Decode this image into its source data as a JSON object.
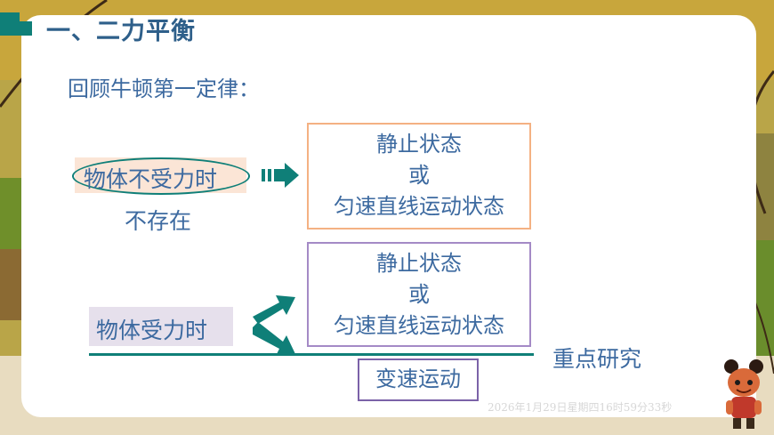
{
  "title": "一、二力平衡",
  "recall_label": "回顾牛顿第一定律：",
  "no_force": {
    "label": "物体不受力时",
    "note": "不存在",
    "result_lines": [
      "静止状态",
      "或",
      "匀速直线运动状态"
    ]
  },
  "with_force": {
    "label": "物体受力时",
    "result_lines": [
      "静止状态",
      "或",
      "匀速直线运动状态"
    ],
    "changing_motion": "变速运动",
    "focus_label": "重点研究"
  },
  "timestamp": "2026年1月29日星期四16时59分33秒",
  "colors": {
    "accent": "#0f7f78",
    "text": "#3d6aa0",
    "box_orange": "#f4b183",
    "box_purple": "#a48ac6",
    "label_bg_peach": "#fbe5d6",
    "label_bg_lavender": "#e6e0ec"
  }
}
